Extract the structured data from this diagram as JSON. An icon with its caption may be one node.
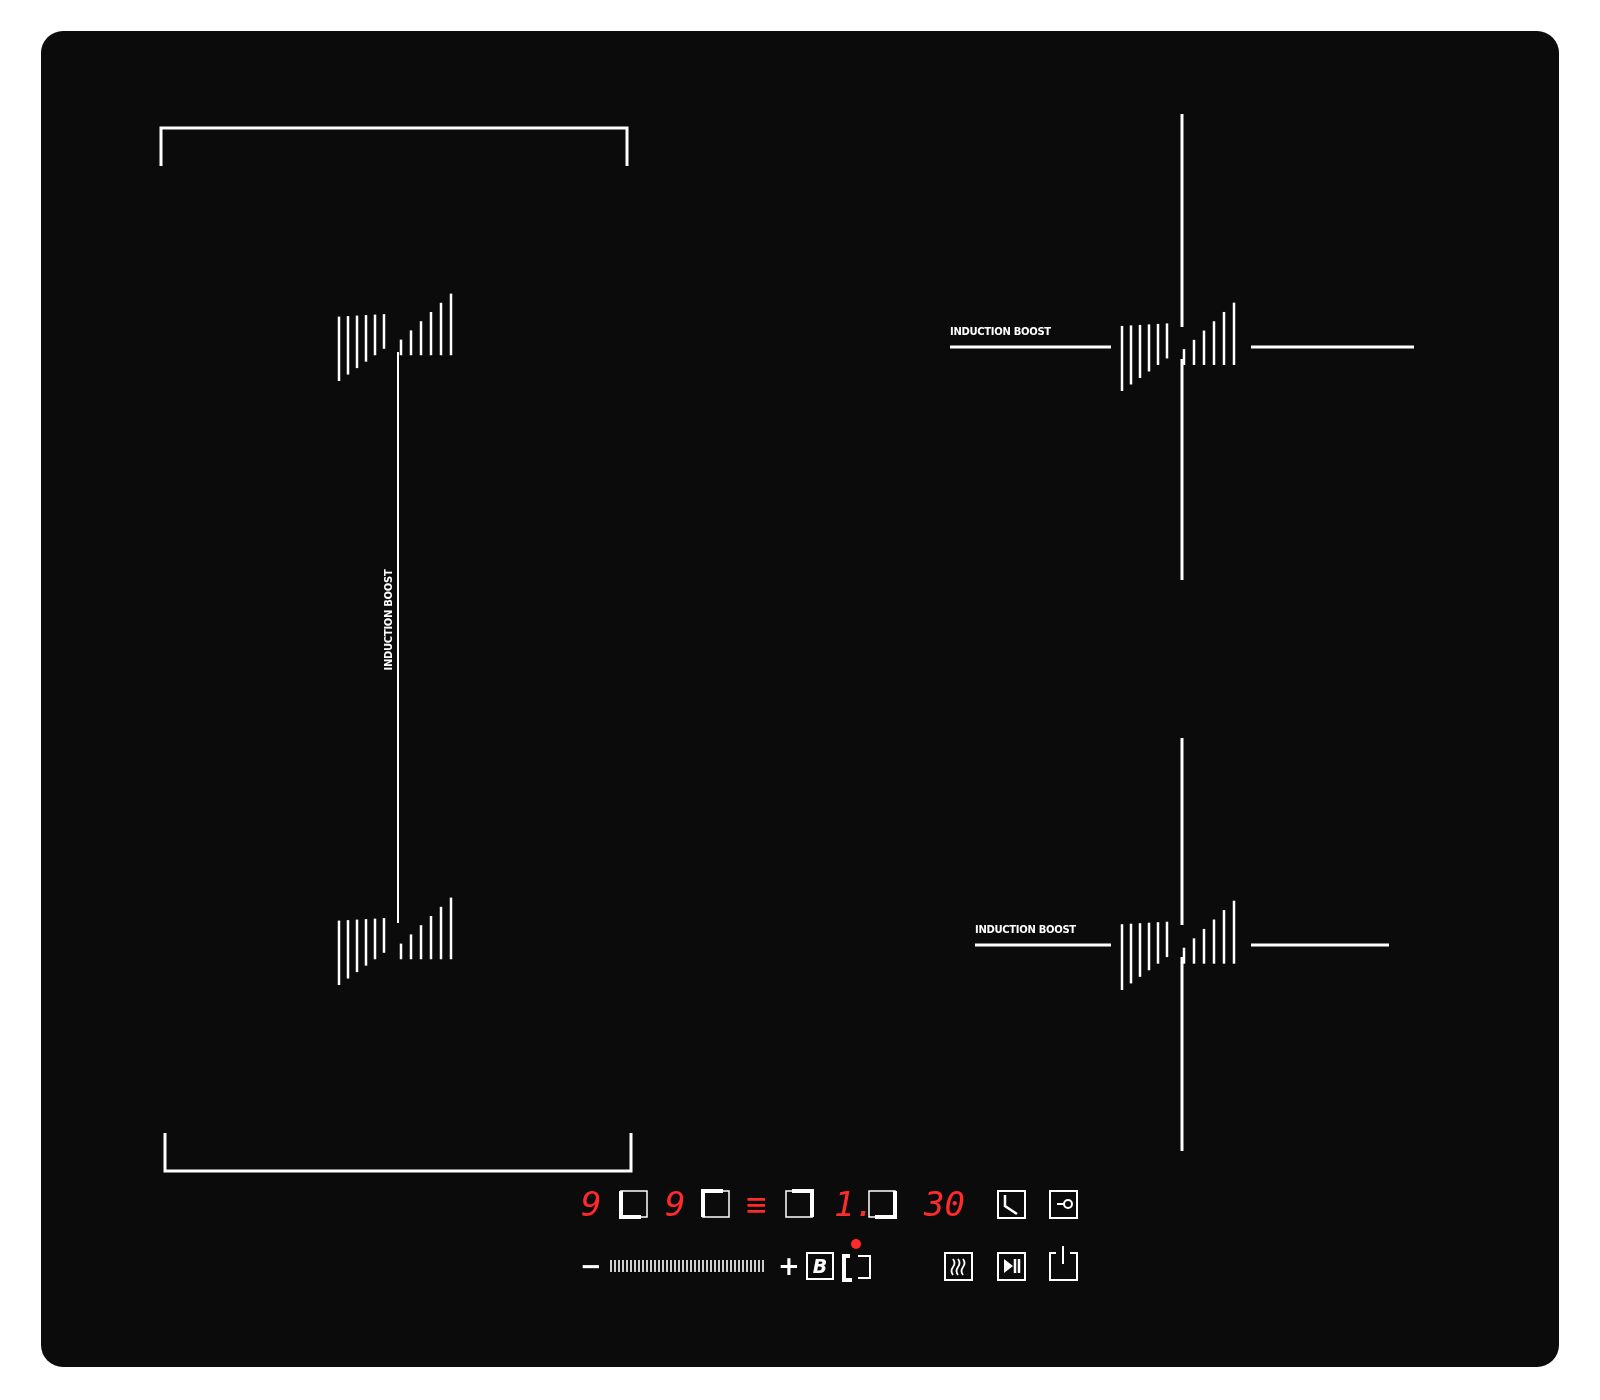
{
  "diagram": {
    "labels": [
      "INDUCTION BOOST",
      "INDUCTION BOOST",
      "INDUCTION BOOST",
      "9",
      "9",
      "≡",
      "1.",
      "30",
      "−",
      "+",
      "B"
    ]
  }
}
